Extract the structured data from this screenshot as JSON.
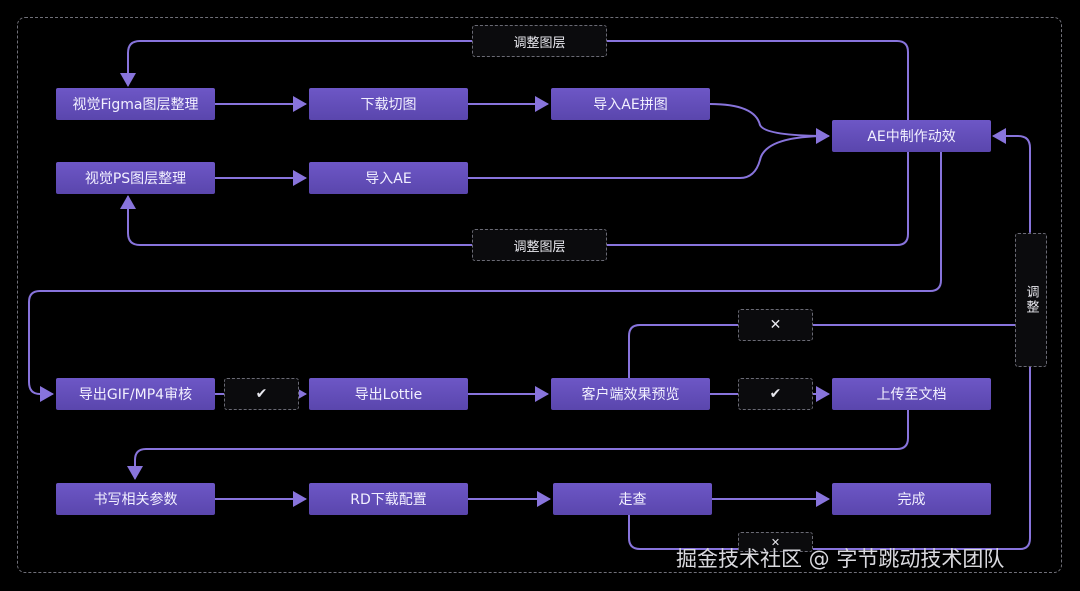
{
  "nodes": {
    "figma_layers": "视觉Figma图层整理",
    "download_slices": "下载切图",
    "import_ae_stitch": "导入AE拼图",
    "ae_animation": "AE中制作动效",
    "ps_layers": "视觉PS图层整理",
    "import_ae": "导入AE",
    "export_gif": "导出GIF/MP4审核",
    "export_lottie": "导出Lottie",
    "client_preview": "客户端效果预览",
    "upload_docs": "上传至文档",
    "write_params": "书写相关参数",
    "rd_config": "RD下载配置",
    "walkthrough": "走查",
    "done": "完成"
  },
  "labels": {
    "adjust_layers_top": "调整图层",
    "adjust_layers_bottom": "调整图层",
    "adjust_vertical": "调整",
    "reject_mark": "✕",
    "approve_mark_1": "✔",
    "approve_mark_2": "✔",
    "reject_mark_2": "✕"
  },
  "colors": {
    "node_fill": "#5f4ab4",
    "connector": "#8874dc",
    "dash_border": "#6a6a74"
  },
  "watermark": "掘金技术社区 @ 字节跳动技术团队"
}
